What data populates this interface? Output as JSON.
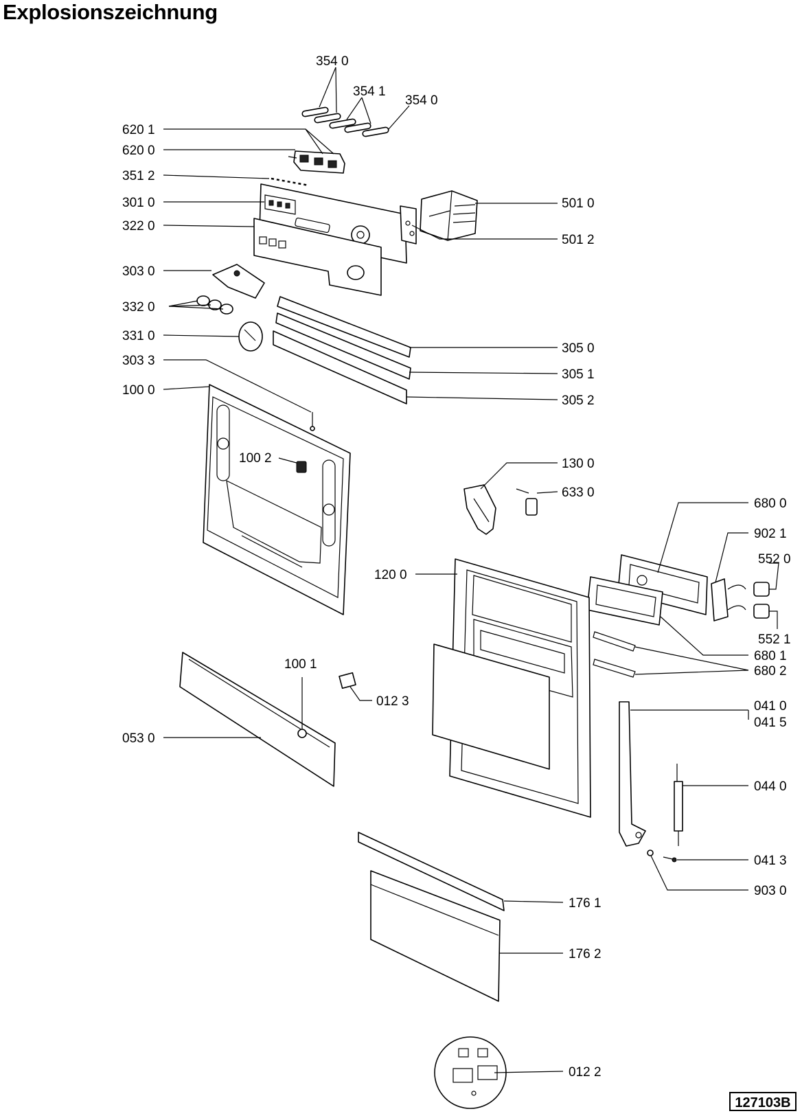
{
  "title": "Explosionszeichnung",
  "doc_id": "127103B",
  "labels": {
    "l_354_0_a": "354 0",
    "l_354_1": "354 1",
    "l_354_0_b": "354 0",
    "l_620_1": "620 1",
    "l_620_0": "620 0",
    "l_351_2": "351 2",
    "l_301_0": "301 0",
    "l_322_0": "322 0",
    "l_303_0": "303 0",
    "l_332_0": "332 0",
    "l_331_0": "331 0",
    "l_303_3": "303 3",
    "l_100_0": "100 0",
    "l_100_2": "100 2",
    "l_501_0": "501 0",
    "l_501_2": "501 2",
    "l_305_0": "305 0",
    "l_305_1": "305 1",
    "l_305_2": "305 2",
    "l_130_0": "130 0",
    "l_633_0": "633 0",
    "l_680_0": "680 0",
    "l_902_1": "902 1",
    "l_552_0": "552 0",
    "l_552_1": "552 1",
    "l_680_1": "680 1",
    "l_680_2": "680 2",
    "l_120_0": "120 0",
    "l_100_1": "100 1",
    "l_012_3": "012 3",
    "l_053_0": "053 0",
    "l_041_0": "041 0",
    "l_041_5": "041 5",
    "l_044_0": "044 0",
    "l_041_3": "041 3",
    "l_903_0": "903 0",
    "l_176_1": "176 1",
    "l_176_2": "176 2",
    "l_012_2": "012 2"
  }
}
